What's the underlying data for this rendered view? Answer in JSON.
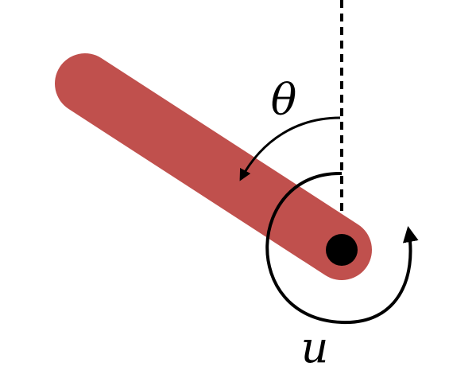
{
  "labels": {
    "angle": "θ",
    "torque": "u"
  },
  "colors": {
    "background": "#ffffff",
    "pendulum_rod": "#c0504d",
    "pivot": "#000000",
    "strokes": "#000000",
    "text": "#000000"
  },
  "icons": {
    "pivot": "filled-circle",
    "angle_arrow": "curved-arrow",
    "torque_arrow": "circular-arrow"
  }
}
